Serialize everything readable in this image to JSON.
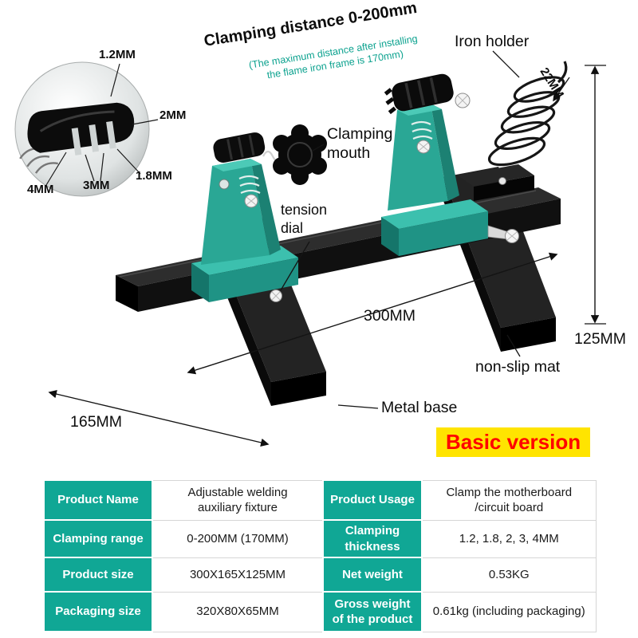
{
  "colors": {
    "teal": "#10a795",
    "badge_bg": "#ffe400",
    "badge_text": "#ff0000"
  },
  "annotations": {
    "clamping_distance_title": "Clamping distance 0-200mm",
    "clamping_distance_note_line1": "(The maximum distance after installing",
    "clamping_distance_note_line2": "the flame iron frame is 170mm)",
    "iron_holder": "Iron holder",
    "clamping_mouth": "Clamping mouth",
    "tension_dial": "tension dial",
    "non_slip_mat": "non-slip mat",
    "metal_base": "Metal base",
    "badge": "Basic version"
  },
  "dimensions": {
    "coil_diameter": "22MM",
    "base_height": "125MM",
    "base_length": "300MM",
    "base_width": "165MM",
    "slot_1_2": "1.2MM",
    "slot_2": "2MM",
    "slot_1_8": "1.8MM",
    "slot_3": "3MM",
    "slot_4": "4MM"
  },
  "spec_table": {
    "rows": [
      {
        "label_left": "Product Name",
        "value_left": "Adjustable welding\nauxiliary fixture",
        "label_right": "Product Usage",
        "value_right": "Clamp the motherboard\n/circuit board"
      },
      {
        "label_left": "Clamping range",
        "value_left": "0-200MM (170MM)",
        "label_right": "Clamping\nthickness",
        "value_right": "1.2, 1.8, 2, 3, 4MM"
      },
      {
        "label_left": "Product size",
        "value_left": "300X165X125MM",
        "label_right": "Net weight",
        "value_right": "0.53KG"
      },
      {
        "label_left": "Packaging size",
        "value_left": "320X80X65MM",
        "label_right": "Gross weight\nof the product",
        "value_right": "0.61kg (including packaging)"
      }
    ]
  }
}
